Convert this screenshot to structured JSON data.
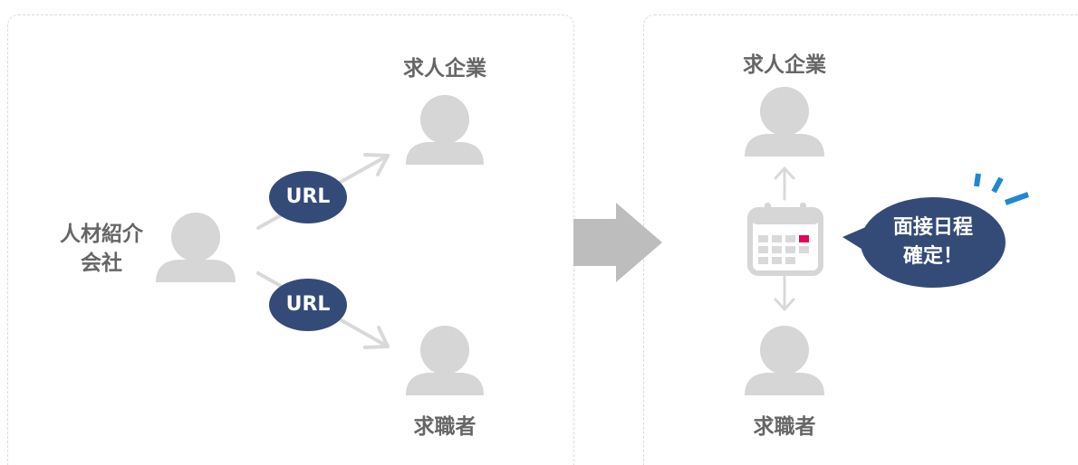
{
  "left_panel": {
    "agency_label_line1": "人材紹介",
    "agency_label_line2": "会社",
    "company_label": "求人企業",
    "seeker_label": "求職者",
    "url_badge_top": "URL",
    "url_badge_bottom": "URL"
  },
  "right_panel": {
    "company_label": "求人企業",
    "seeker_label": "求職者",
    "confirm_line1": "面接日程",
    "confirm_line2": "確定！"
  },
  "colors": {
    "navy": "#344b78",
    "person_gray": "#d6d6d6",
    "arrow_gray": "#bdbdbd",
    "accent_blue": "#1e88d6",
    "accent_red": "#e6005a",
    "label_gray": "#666666"
  }
}
